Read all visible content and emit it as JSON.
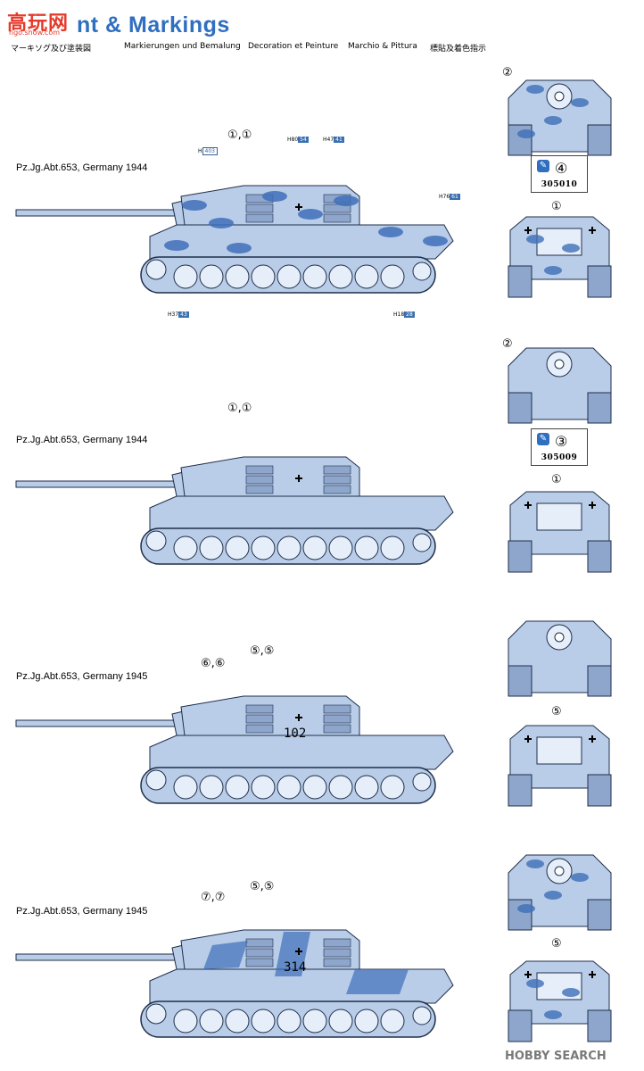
{
  "header": {
    "logo_text": "高玩网",
    "logo_url": "ngo.show.com",
    "title": "nt & Markings"
  },
  "languages": [
    "マーキソグ及び塗装図",
    "Markierungen und Bemalung",
    "Decoration et Peinture",
    "Marchio & Pittura",
    "標貼及着色指示"
  ],
  "schemes": [
    {
      "label": "Pz.Jg.Abt.653, Germany 1944",
      "callouts": [
        "①,①"
      ],
      "h_codes": [
        {
          "h": "H",
          "a": "403",
          "b": ""
        },
        {
          "h": "H",
          "a": "80",
          "b": "54"
        },
        {
          "h": "H",
          "a": "47",
          "b": "41"
        },
        {
          "h": "H",
          "a": "76",
          "b": "61"
        },
        {
          "h": "H",
          "a": "37",
          "b": "43"
        },
        {
          "h": "H",
          "a": "18",
          "b": "28"
        }
      ],
      "camo": "splinter",
      "hull_number": "",
      "front_callout": "②",
      "rear_callout": "①",
      "paint": {
        "num": "④",
        "code": "305010"
      }
    },
    {
      "label": "Pz.Jg.Abt.653, Germany 1944",
      "callouts": [
        "①,①"
      ],
      "camo": "plain",
      "hull_number": "",
      "front_callout": "②",
      "rear_callout": "①",
      "paint": {
        "num": "③",
        "code": "305009"
      }
    },
    {
      "label": "Pz.Jg.Abt.653, Germany 1945",
      "callouts": [
        "⑥,⑥",
        "⑤,⑤"
      ],
      "camo": "plain",
      "hull_number": "102",
      "front_callout": "",
      "rear_callout": "⑤"
    },
    {
      "label": "Pz.Jg.Abt.653, Germany 1945",
      "callouts": [
        "⑦,⑦",
        "⑤,⑤"
      ],
      "camo": "stripe",
      "hull_number": "314",
      "front_callout": "",
      "rear_callout": "⑤"
    }
  ],
  "watermark": "HOBBY SEARCH",
  "colors": {
    "title": "#2f6fc0",
    "camo_base": "#b9cde9",
    "camo_dark": "#3f6fb8",
    "camo_light": "#e6eef9",
    "outline": "#1e2e4a"
  }
}
